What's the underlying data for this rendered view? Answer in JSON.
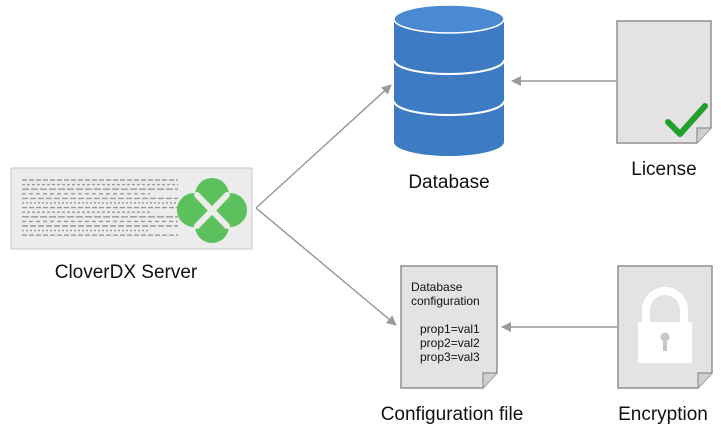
{
  "nodes": {
    "server": {
      "label": "CloverDX Server"
    },
    "database": {
      "label": "Database"
    },
    "license": {
      "label": "License"
    },
    "config": {
      "label": "Configuration file",
      "title_lines": [
        "Database",
        "configuration"
      ],
      "props": [
        "prop1=val1",
        "prop2=val2",
        "prop3=val3"
      ]
    },
    "encryption": {
      "label": "Encryption"
    }
  },
  "colors": {
    "database_blue": "#3d7cc4",
    "clover_green": "#5cc15c",
    "check_green": "#22a02e",
    "doc_gray": "#e3e3e3",
    "arrow_gray": "#9b9b9b"
  },
  "icons": {
    "server": "server-panel-icon",
    "clover": "clover-logo-icon",
    "database": "database-cylinder-icon",
    "license_check": "checkmark-icon",
    "lock": "padlock-icon"
  }
}
